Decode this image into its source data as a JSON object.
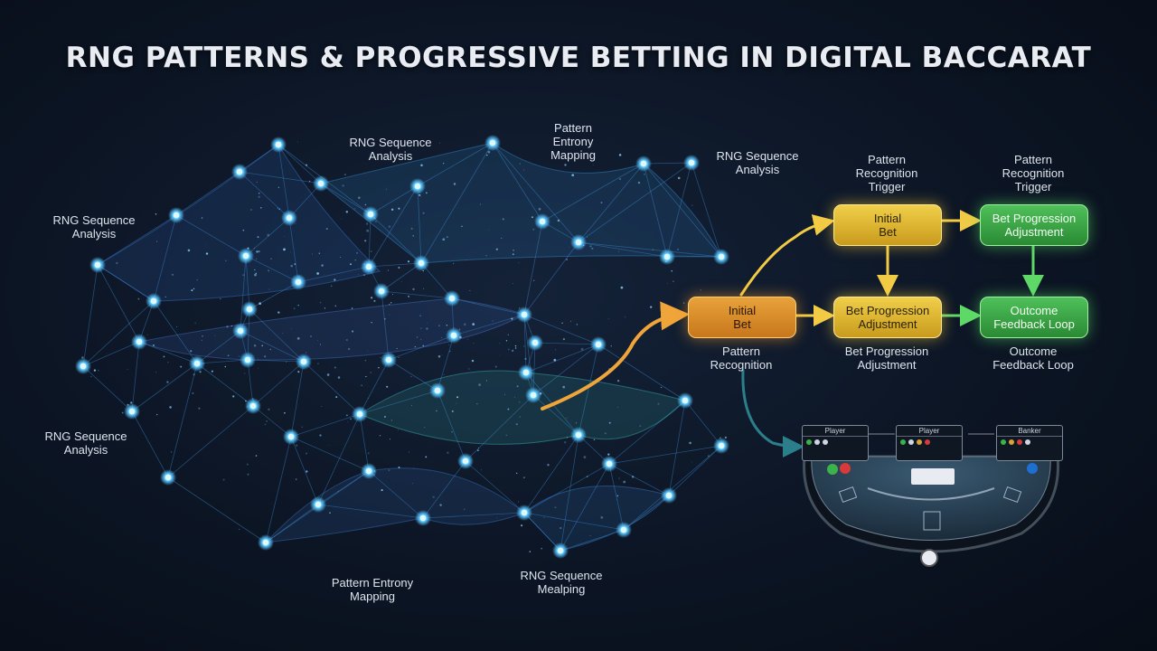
{
  "title": "RNG PATTERNS & PROGRESSIVE BETTING IN DIGITAL BACCARAT",
  "network_labels": [
    {
      "id": "l1",
      "text": "RNG Sequence\nAnalysis"
    },
    {
      "id": "l2",
      "text": "Pattern\nEntrony\nMapping"
    },
    {
      "id": "l3",
      "text": "RNG Sequence\nAnalysis"
    },
    {
      "id": "l4",
      "text": "RNG Sequence\nAnalysis"
    },
    {
      "id": "l5",
      "text": "RNG Sequence\nAnalysis"
    },
    {
      "id": "l6",
      "text": "Pattern Entrony\nMapping"
    },
    {
      "id": "l7",
      "text": "RNG Sequence\nMealping"
    }
  ],
  "flow": {
    "boxes": {
      "initial_bet_left": "Initial\nBet",
      "initial_bet_top": "Initial\nBet",
      "bet_progression_top": "Bet Progression\nAdjustment",
      "bet_progression_mid": "Bet Progression\nAdjustment",
      "outcome_feedback": "Outcome\nFeedback Loop"
    },
    "labels": {
      "trigger_1": "Pattern\nRecognition\nTrigger",
      "trigger_2": "Pattern\nRecognition\nTrigger",
      "pattern_recognition": "Pattern\nRecognition",
      "bet_progression_below": "Bet Progression\nAdjustment",
      "outcome_below": "Outcome\nFeedback Loop"
    },
    "colors": {
      "orange": "#e39a33",
      "yellow": "#e8c23c",
      "green": "#3fae4a"
    }
  },
  "table": {
    "cards": [
      {
        "title": "Player"
      },
      {
        "title": "Player"
      },
      {
        "title": "Banker"
      }
    ],
    "accent": "#1d6fd0"
  }
}
